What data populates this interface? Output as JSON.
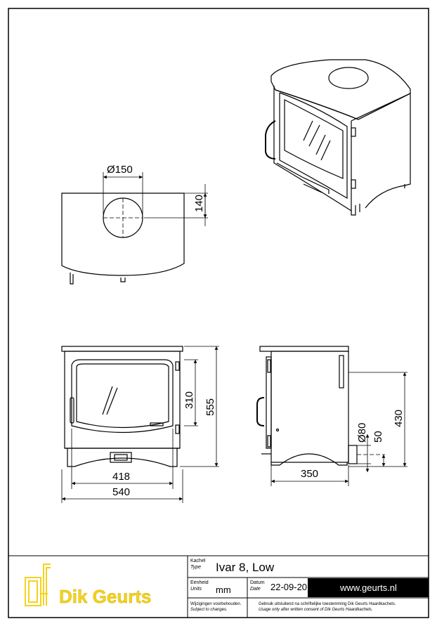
{
  "dimensions": {
    "flue_diameter": "Ø150",
    "flue_offset": "140",
    "door_height": "310",
    "overall_height": "555",
    "door_width": "418",
    "overall_width": "540",
    "depth": "350",
    "rear_outlet_diameter": "Ø80",
    "rear_outlet_height": "50",
    "rear_height": "430"
  },
  "title_block": {
    "brand": "Dik Geurts",
    "type_label_nl": "Kachel",
    "type_label_en": "Type",
    "type_value": "Ivar 8, Low",
    "units_label_nl": "Eenheid",
    "units_label_en": "Units",
    "units_value": "mm",
    "date_label_nl": "Datum",
    "date_label_en": "Date",
    "date_value": "22-09-20",
    "website": "www.geurts.nl",
    "changes_nl": "Wijzigingen voorbehouden.",
    "changes_en": "Subject to changes.",
    "consent_nl": "Gebruik uitsluitend na schriftelijke toestemming Dik Geurts Haardkachels.",
    "consent_en": "Usage only after written consent of Dik Geurts Haardkachels."
  },
  "colors": {
    "brand_yellow": "#f5d21c",
    "website_bar": "#000000"
  }
}
